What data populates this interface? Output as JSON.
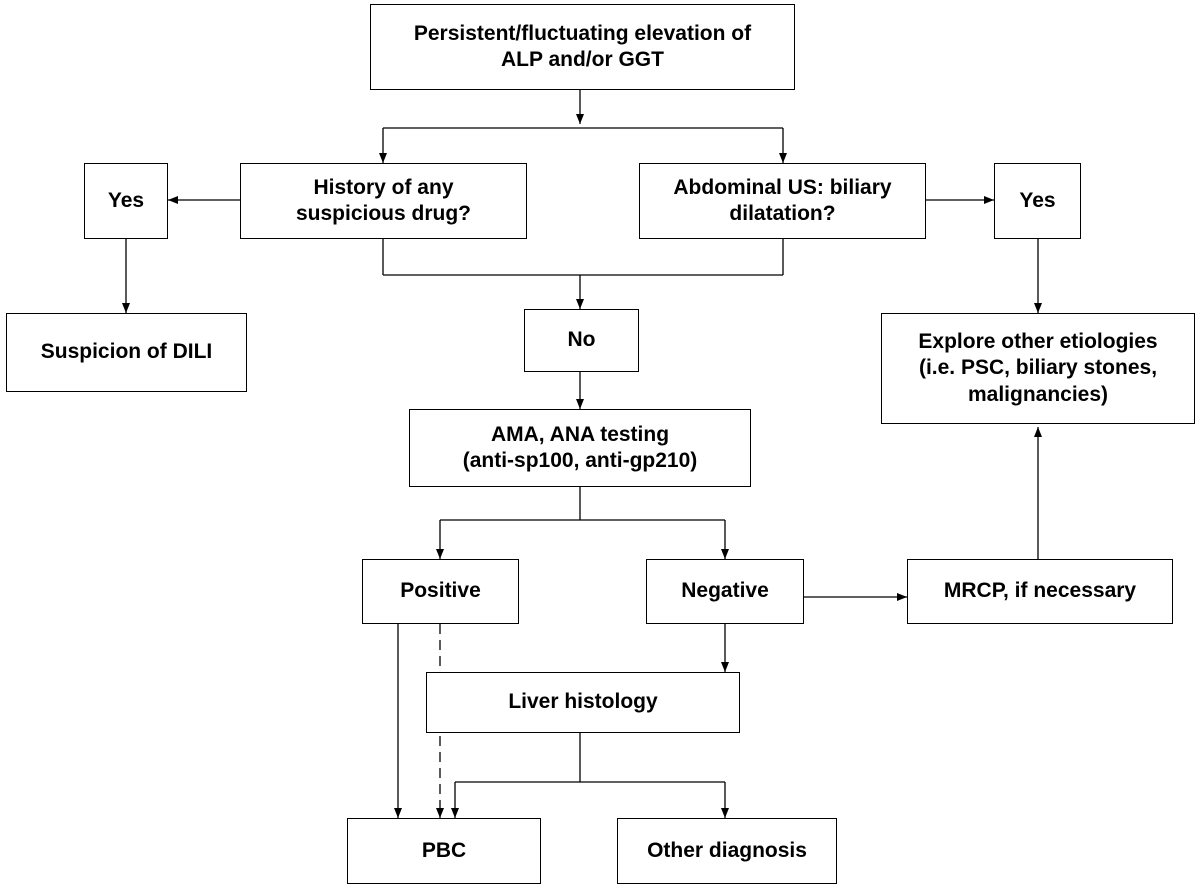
{
  "colors": {
    "line": "#000000",
    "box_border": "#000000",
    "text": "#000000",
    "background": "#ffffff"
  },
  "nodes": {
    "start": "Persistent/fluctuating elevation of\nALP and/or GGT",
    "drug_history": "History of any\nsuspicious drug?",
    "abdominal_us": "Abdominal US: biliary\ndilatation?",
    "yes_left": "Yes",
    "yes_right": "Yes",
    "dili": "Suspicion of DILI",
    "no": "No",
    "other_etiologies": "Explore other etiologies\n(i.e. PSC, biliary stones,\nmalignancies)",
    "antibody_testing": "AMA, ANA testing\n(anti-sp100, anti-gp210)",
    "positive": "Positive",
    "negative": "Negative",
    "mrcp": "MRCP, if necessary",
    "histology": "Liver histology",
    "pbc": "PBC",
    "other_diagnosis": "Other diagnosis"
  }
}
